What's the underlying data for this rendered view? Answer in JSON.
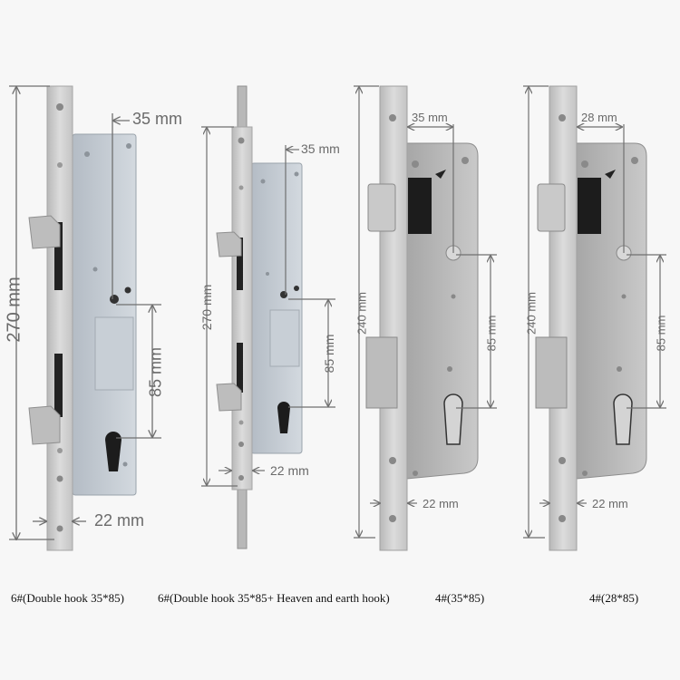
{
  "products": [
    {
      "id": "6-double-hook",
      "caption": "6#(Double hook 35*85)",
      "dimensions": {
        "height": "270 mm",
        "backset": "35 mm",
        "center_distance": "85 mm",
        "faceplate_width": "22 mm"
      }
    },
    {
      "id": "6-double-hook-heaven-earth",
      "caption": "6#(Double hook 35*85+ Heaven and earth hook)",
      "dimensions": {
        "height": "270 mm",
        "backset": "35 mm",
        "center_distance": "85 mm",
        "faceplate_width": "22 mm"
      }
    },
    {
      "id": "4-35-85",
      "caption": "4#(35*85)",
      "dimensions": {
        "height": "240 mm",
        "backset": "35 mm",
        "center_distance": "85 mm",
        "faceplate_width": "22 mm"
      }
    },
    {
      "id": "4-28-85",
      "caption": "4#(28*85)",
      "dimensions": {
        "height": "240 mm",
        "backset": "28 mm",
        "center_distance": "85 mm",
        "faceplate_width": "22 mm"
      }
    }
  ],
  "colors": {
    "background": "#f7f7f7",
    "dimension_line": "#707070",
    "faceplate": "#c9c9c9",
    "case_galvanized": "#c3cbd3",
    "case_stainless": "#b5b5b5"
  }
}
